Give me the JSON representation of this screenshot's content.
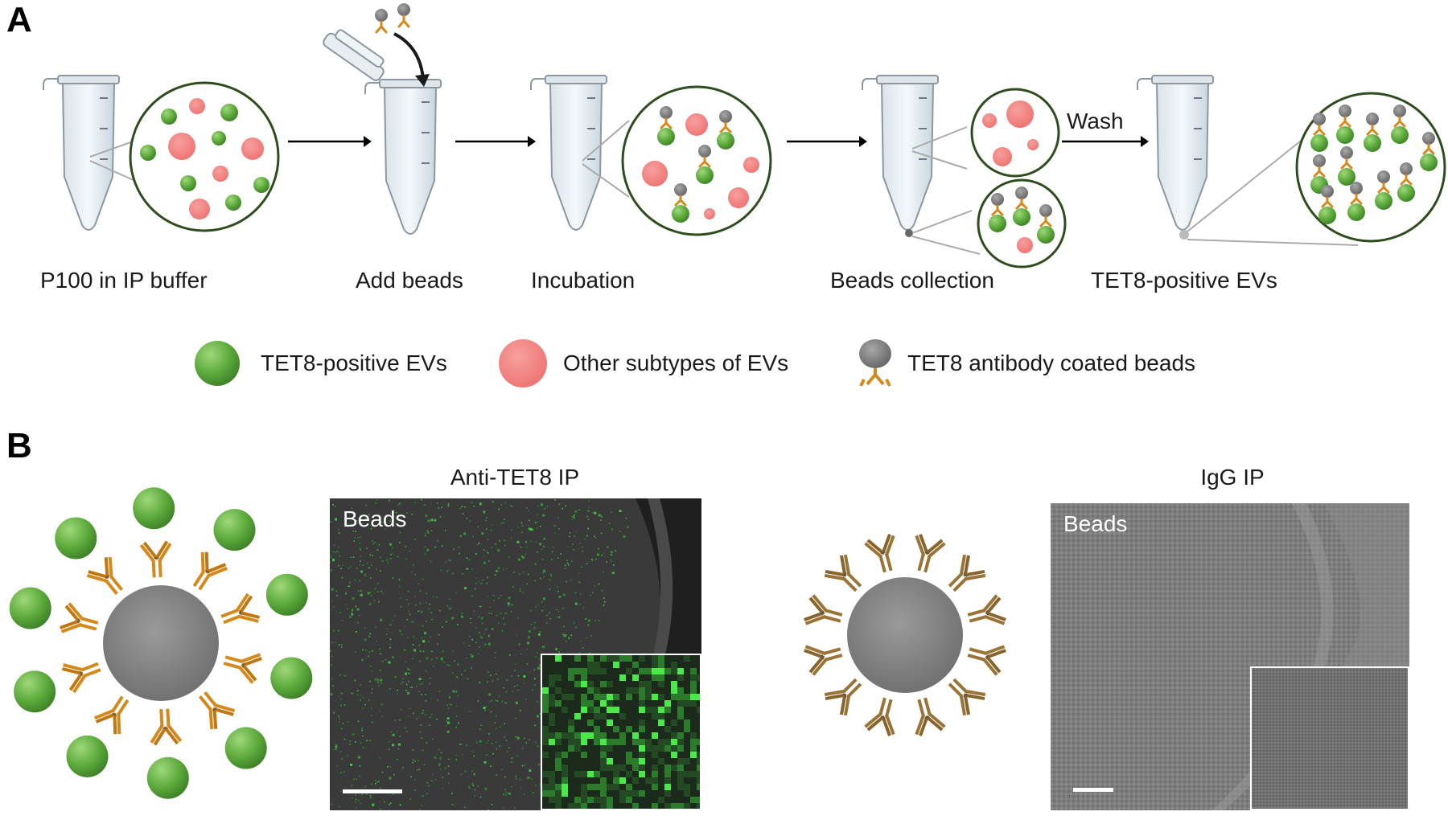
{
  "panel_a": {
    "letter": "A",
    "steps": [
      {
        "label": "P100 in IP buffer"
      },
      {
        "label": "Add beads"
      },
      {
        "label": "Incubation"
      },
      {
        "label": "Beads collection"
      },
      {
        "label": "TET8-positive EVs"
      }
    ],
    "wash_label": "Wash",
    "legend": [
      {
        "label": "TET8-positive EVs",
        "icon": "green-ev-icon"
      },
      {
        "label": "Other subtypes of EVs",
        "icon": "red-ev-icon"
      },
      {
        "label": "TET8 antibody coated beads",
        "icon": "antibody-bead-icon"
      }
    ]
  },
  "panel_b": {
    "letter": "B",
    "left": {
      "title": "Anti-TET8 IP",
      "image_label": "Beads"
    },
    "right": {
      "title": "IgG IP",
      "image_label": "Beads"
    }
  },
  "colors": {
    "green_ev": "#5aa83a",
    "red_ev": "#f07a78",
    "bead_gray": "#7a7a7a",
    "antibody_orange": "#d4891c",
    "antibody_brown": "#9a7436",
    "liquid_blue": "#a9d6ee",
    "circle_border": "#2e4d1e"
  }
}
